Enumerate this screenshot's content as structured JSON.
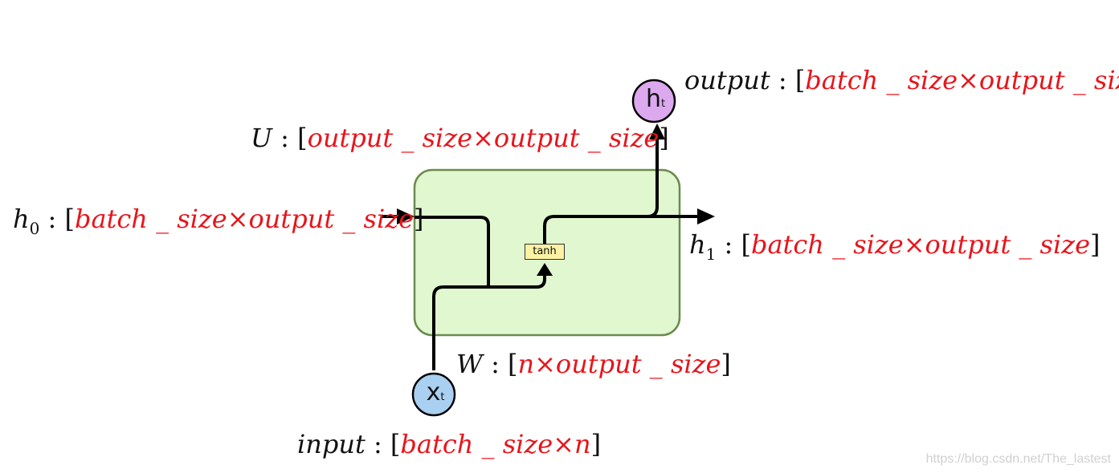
{
  "cell": {
    "activation_label": "tanh",
    "input_node": {
      "main": "x",
      "sub": "t"
    },
    "output_node": {
      "main": "h",
      "sub": "t"
    }
  },
  "labels": {
    "output": {
      "name": "output",
      "colon": " : ",
      "open": "[",
      "content": "batch _ size×output _ size",
      "close": "]"
    },
    "U": {
      "name": "U",
      "colon": " : ",
      "open": "[",
      "content": "output _ size×output _ size",
      "close": "]"
    },
    "h0": {
      "name": "h",
      "sub": "0",
      "colon": " : ",
      "open": "[",
      "content": "batch _ size×output _ size",
      "close": "]"
    },
    "h1": {
      "name": "h",
      "sub": "1",
      "colon": " : ",
      "open": "[",
      "content": "batch _ size×output _ size",
      "close": "]"
    },
    "W": {
      "name": "W",
      "colon": " : ",
      "open": "[",
      "content": "n×output _ size",
      "close": "]"
    },
    "input": {
      "name": "input",
      "colon": " : ",
      "open": "[",
      "content": "batch _ size×n",
      "close": "]"
    }
  },
  "colors": {
    "cell_fill": "#e0f7d0",
    "cell_border": "#6b8a4e",
    "input_node": "#a9d0f0",
    "output_node": "#dca8ee",
    "dimension_text": "#e8141b"
  },
  "watermark": "https://blog.csdn.net/The_lastest"
}
